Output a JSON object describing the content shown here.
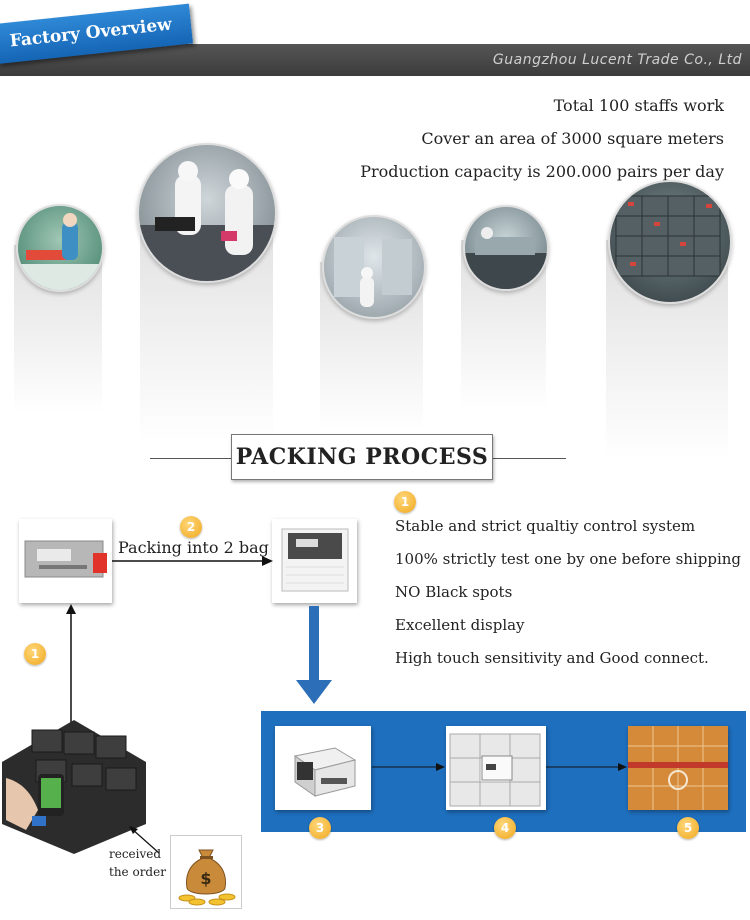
{
  "header": {
    "banner": "Factory Overview",
    "company": "Guangzhou Lucent Trade Co., Ltd",
    "banner_color": "#1f76c8",
    "bar_color": "#444444"
  },
  "stats": [
    "Total 100 staffs work",
    "Cover an area of 3000 square meters",
    "Production capacity is 200.000 pairs per day"
  ],
  "packing": {
    "title": "PACKING PROCESS",
    "arrow_label": "Packing into 2 bag",
    "received_line1": "received",
    "received_line2": "the order",
    "steps": [
      "1",
      "2",
      "1",
      "3",
      "4",
      "5"
    ],
    "qc_points": [
      "Stable and strict qualtiy control system",
      "100% strictly test one by one before shipping",
      "NO Black spots",
      "Excellent display",
      "High touch sensitivity and Good connect."
    ],
    "badge_color": "#f2a922",
    "panel_color": "#1e6fbe"
  },
  "icons": {
    "money_bag": "money-bag-icon",
    "arrow_down": "arrow-down-icon"
  }
}
